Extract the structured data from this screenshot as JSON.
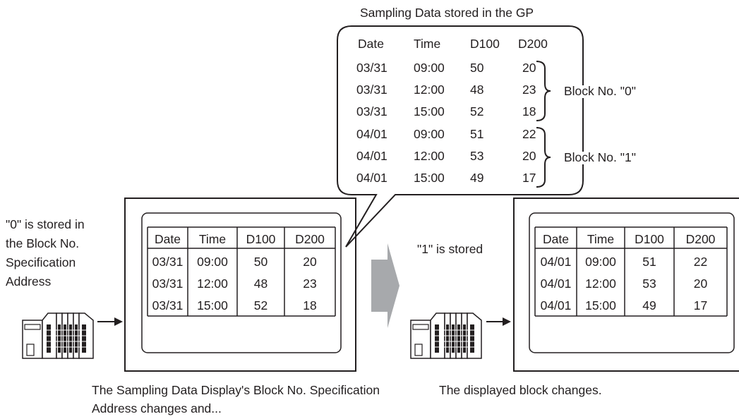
{
  "bubble": {
    "title": "Sampling Data stored in the GP",
    "headers": [
      "Date",
      "Time",
      "D100",
      "D200"
    ],
    "rows": [
      [
        "03/31",
        "09:00",
        "50",
        "20"
      ],
      [
        "03/31",
        "12:00",
        "48",
        "23"
      ],
      [
        "03/31",
        "15:00",
        "52",
        "18"
      ],
      [
        "04/01",
        "09:00",
        "51",
        "22"
      ],
      [
        "04/01",
        "12:00",
        "53",
        "20"
      ],
      [
        "04/01",
        "15:00",
        "49",
        "17"
      ]
    ],
    "block0_label": "Block No. \"0\"",
    "block1_label": "Block No. \"1\""
  },
  "left": {
    "note_lines": [
      "\"0\" is stored in",
      "the Block No.",
      "Specification",
      "Address"
    ],
    "table": {
      "headers": [
        "Date",
        "Time",
        "D100",
        "D200"
      ],
      "rows": [
        [
          "03/31",
          "09:00",
          "50",
          "20"
        ],
        [
          "03/31",
          "12:00",
          "48",
          "23"
        ],
        [
          "03/31",
          "15:00",
          "52",
          "18"
        ]
      ]
    },
    "caption_lines": [
      "The Sampling Data Display's Block No. Specification",
      "Address changes and..."
    ]
  },
  "right": {
    "note": "\"1\" is stored",
    "table": {
      "headers": [
        "Date",
        "Time",
        "D100",
        "D200"
      ],
      "rows": [
        [
          "04/01",
          "09:00",
          "51",
          "22"
        ],
        [
          "04/01",
          "12:00",
          "53",
          "20"
        ],
        [
          "04/01",
          "15:00",
          "49",
          "17"
        ]
      ]
    },
    "caption": "The displayed block changes."
  },
  "colors": {
    "line": "#231f20",
    "arrow": "#a7a9ac"
  }
}
